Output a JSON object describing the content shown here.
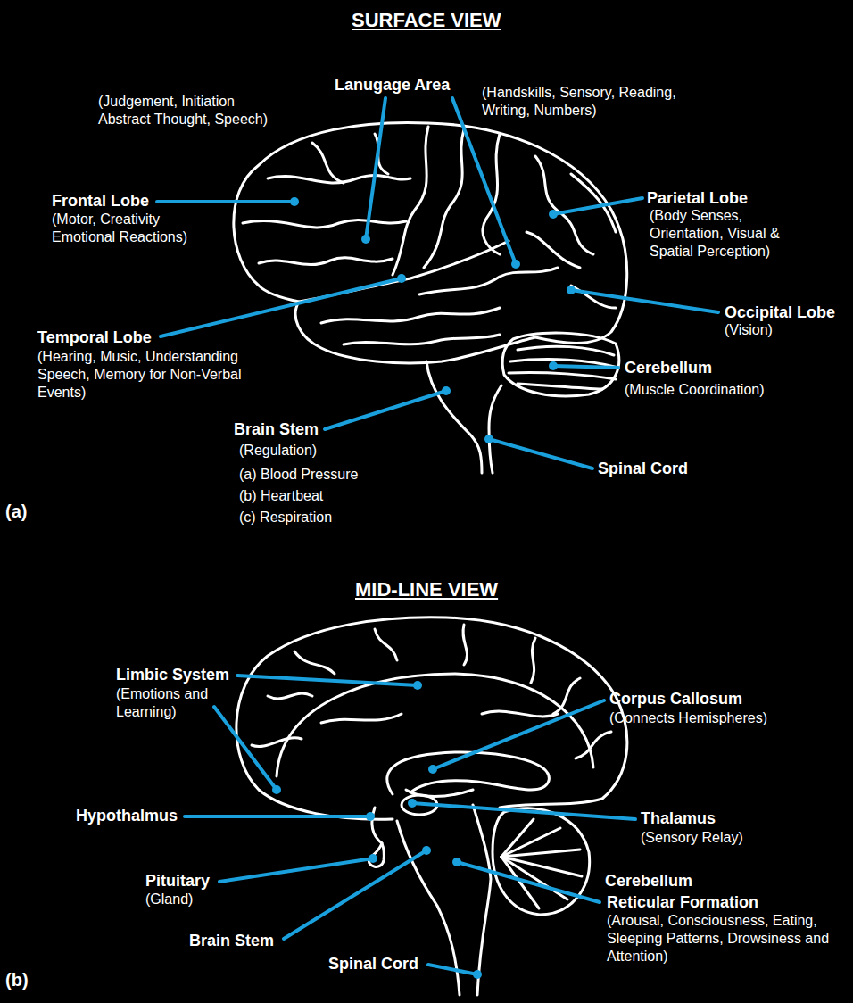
{
  "diagram": {
    "labels": [
      "SURFACE VIEW",
      "Lanugage Area",
      "(Judgement, Initiation Abstract Thought, Speech)",
      "(Handskills, Sensory, Reading, Writing, Numbers)",
      "Frontal Lobe",
      "(Motor, Creativity Emotional Reactions)",
      "Parietal Lobe",
      "(Body Senses, Orientation, Visual & Spatial Perception)",
      "Occipital Lobe",
      "(Vision)",
      "Temporal Lobe",
      "(Hearing, Music, Understanding Speech, Memory for Non-Verbal Events)",
      "Cerebellum",
      "(Muscle Coordination)",
      "Brain Stem",
      "(Regulation)",
      "(a) Blood Pressure",
      "(b) Heartbeat",
      "(c) Respiration",
      "Spinal Cord",
      "(a)",
      "MID-LINE VIEW",
      "Limbic System",
      "(Emotions and Learning)",
      "Corpus Callosum",
      "(Connects Hemispheres)",
      "Hypothalmus",
      "Thalamus",
      "(Sensory Relay)",
      "Pituitary",
      "(Gland)",
      "Cerebellum",
      "Brain Stem",
      "Reticular Formation",
      "(Arousal, Consciousness, Eating, Sleeping Patterns, Drowsiness and Attention)",
      "Spinal Cord",
      "(b)"
    ]
  }
}
